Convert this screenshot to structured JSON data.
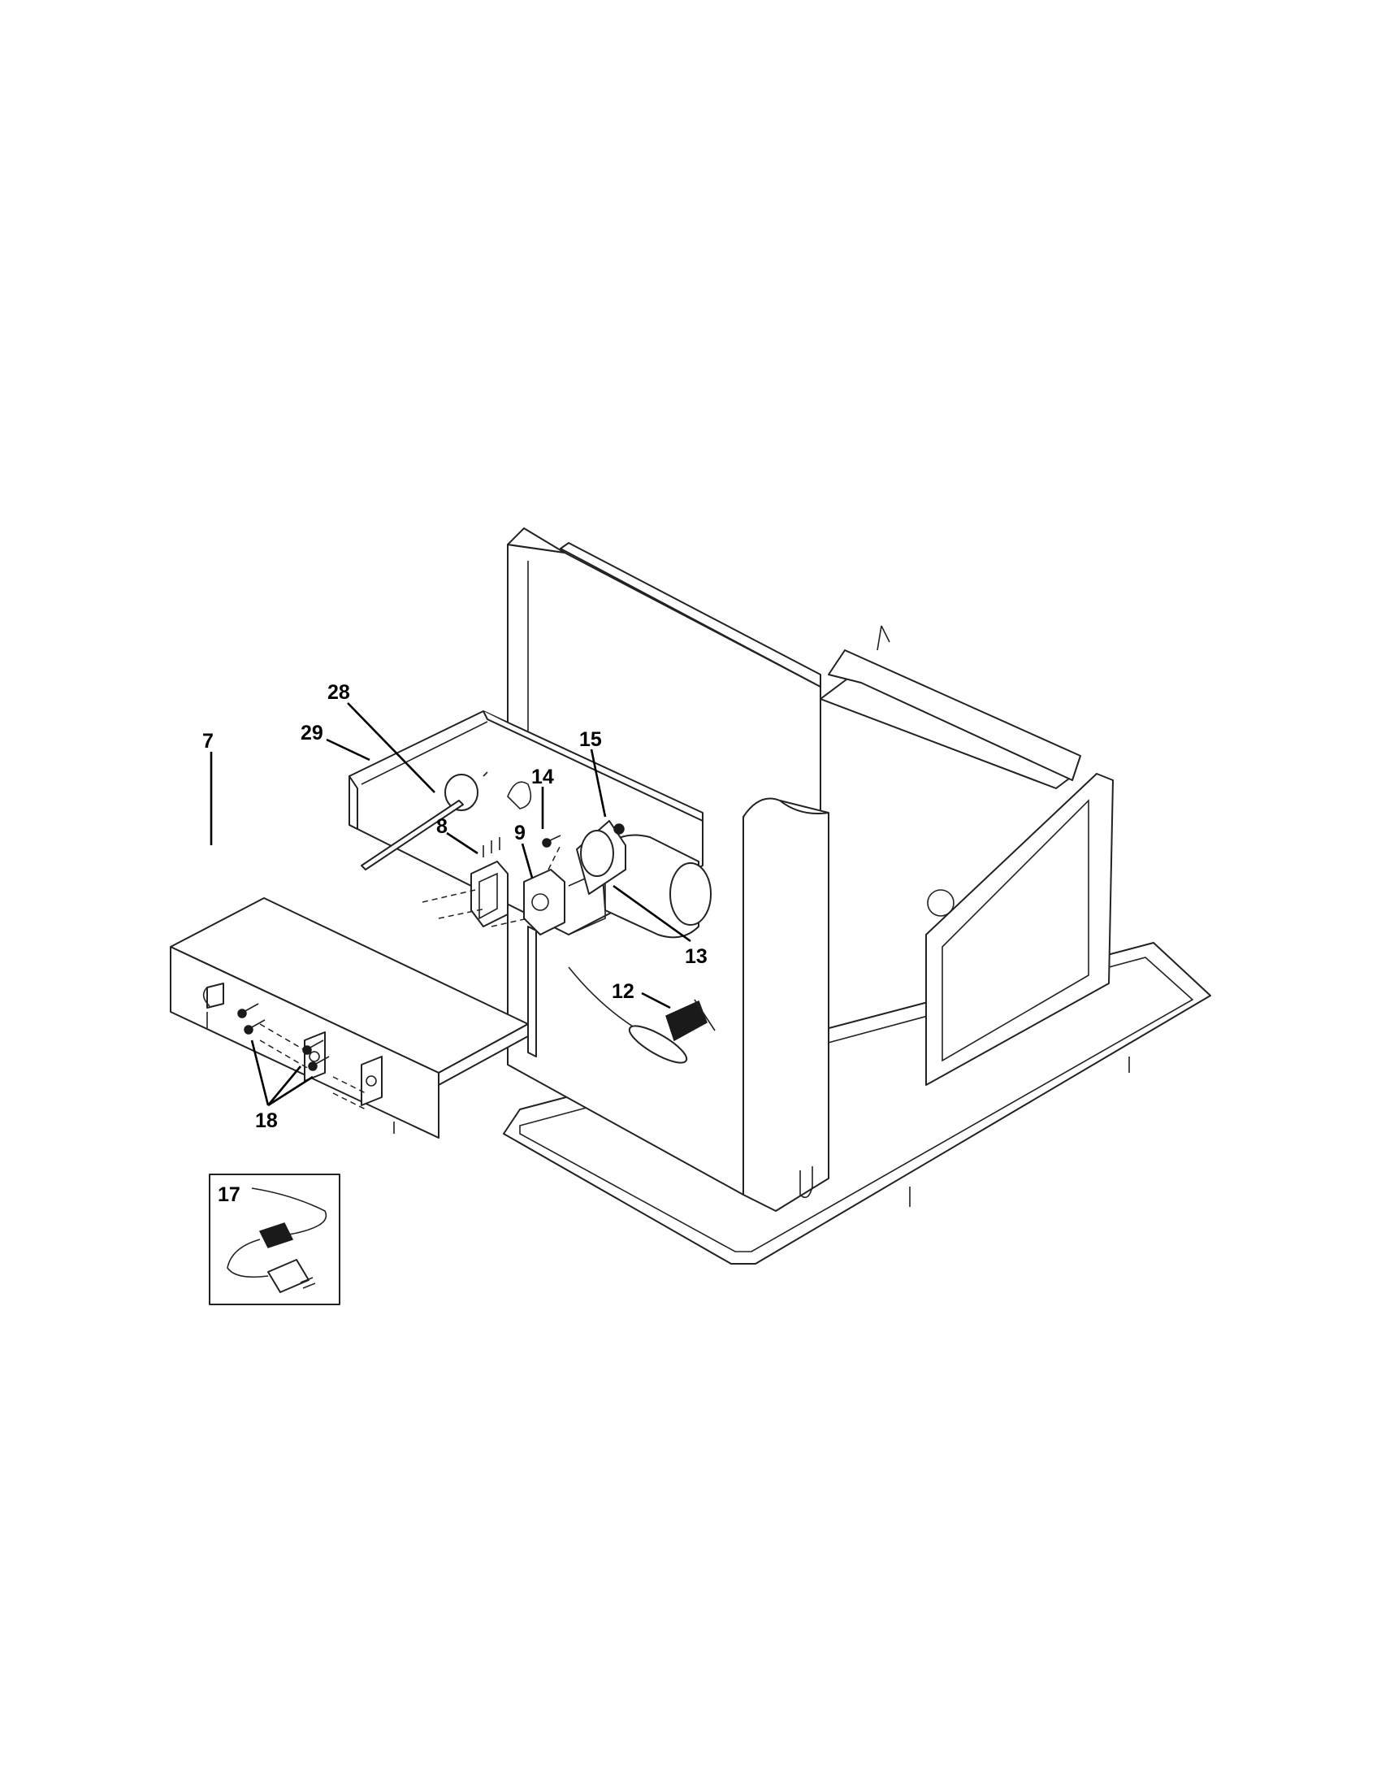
{
  "figure": {
    "type": "exploded parts diagram"
  },
  "callouts": [
    {
      "id": "7",
      "label": "7"
    },
    {
      "id": "28",
      "label": "28"
    },
    {
      "id": "29",
      "label": "29"
    },
    {
      "id": "15",
      "label": "15"
    },
    {
      "id": "14",
      "label": "14"
    },
    {
      "id": "8",
      "label": "8"
    },
    {
      "id": "9",
      "label": "9"
    },
    {
      "id": "13",
      "label": "13"
    },
    {
      "id": "12",
      "label": "12"
    },
    {
      "id": "18",
      "label": "18"
    },
    {
      "id": "17",
      "label": "17"
    }
  ],
  "colors": {
    "line": "#222222",
    "background": "#ffffff",
    "text": "#000000"
  }
}
